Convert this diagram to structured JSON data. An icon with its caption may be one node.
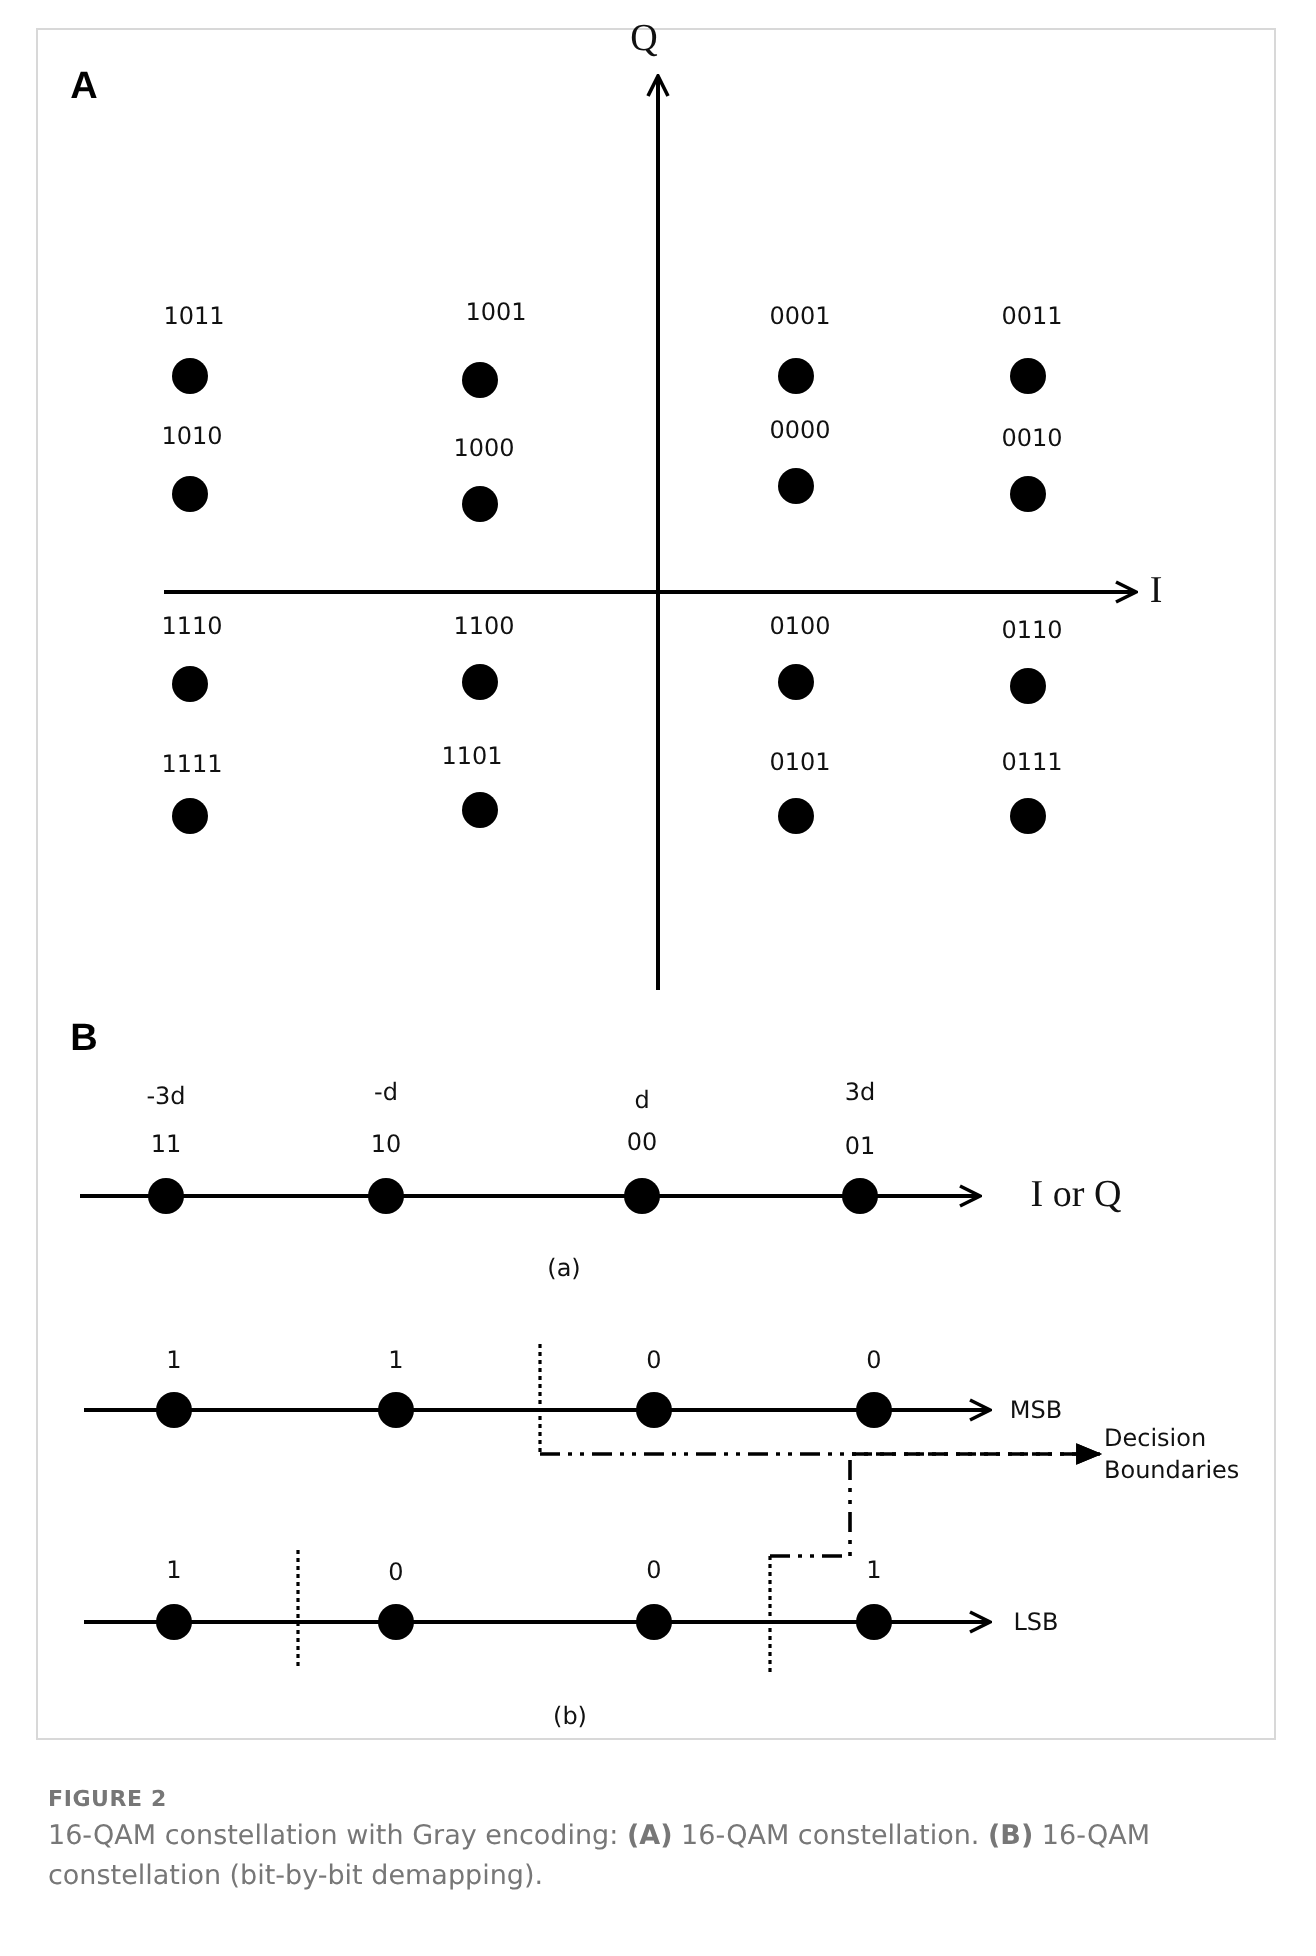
{
  "diagram": {
    "title": "FIGURE 2",
    "caption": "16-QAM constellation with Gray encoding: **(A)** 16-QAM constellation. **(B)** 16-QAM constellation (bit-by-bit demapping).",
    "nodes": [
      {
        "text": [
          "Decision Boundaries"
        ]
      },
      {
        "text": [],
        "shape": "bar"
      },
      {
        "text": [],
        "shape": "bar"
      }
    ],
    "edges": [
      {
        "from": 1,
        "to": 0,
        "arrow": "to",
        "style": "dashed"
      },
      {
        "from": 2,
        "to": 0,
        "arrow": "to",
        "style": "dashed"
      }
    ],
    "labels": [
      "A",
      "Q",
      "1011",
      "1001",
      "0001",
      "0011",
      "1010",
      "1000",
      "0000",
      "0010",
      "I",
      "1110",
      "1100",
      "0100",
      "0110",
      "1111",
      "1101",
      "0101",
      "0111",
      "B",
      "-3d",
      "-d",
      "d",
      "3d",
      "11",
      "10",
      "00",
      "01",
      "I or Q",
      "(a)",
      "1",
      "1",
      "0",
      "0",
      "MSB",
      "1",
      "0",
      "0",
      "1",
      "LSB",
      "(b)"
    ]
  }
}
